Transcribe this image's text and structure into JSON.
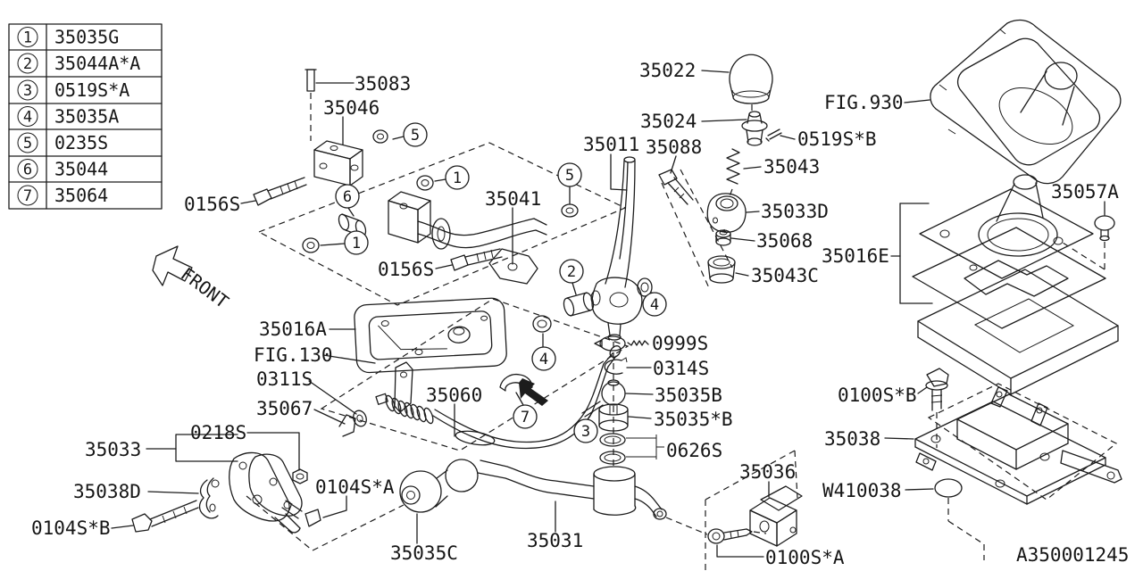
{
  "diagram": {
    "id_code": "A350001245",
    "front_label": "FRONT",
    "legend": {
      "rows": [
        {
          "num": "1",
          "part": "35035G"
        },
        {
          "num": "2",
          "part": "35044A*A"
        },
        {
          "num": "3",
          "part": "0519S*A"
        },
        {
          "num": "4",
          "part": "35035A"
        },
        {
          "num": "5",
          "part": "0235S"
        },
        {
          "num": "6",
          "part": "35044"
        },
        {
          "num": "7",
          "part": "35064"
        }
      ]
    },
    "labels": [
      {
        "text": "35083"
      },
      {
        "text": "35046"
      },
      {
        "text": "0156S"
      },
      {
        "text": "35041"
      },
      {
        "text": "0156S"
      },
      {
        "text": "35011"
      },
      {
        "text": "35088"
      },
      {
        "text": "35022"
      },
      {
        "text": "35024"
      },
      {
        "text": "0519S*B"
      },
      {
        "text": "FIG.930"
      },
      {
        "text": "35043"
      },
      {
        "text": "35033D"
      },
      {
        "text": "35068"
      },
      {
        "text": "35043C"
      },
      {
        "text": "35016E"
      },
      {
        "text": "35057A"
      },
      {
        "text": "35016A"
      },
      {
        "text": "FIG.130"
      },
      {
        "text": "0311S"
      },
      {
        "text": "35067"
      },
      {
        "text": "0218S"
      },
      {
        "text": "35033"
      },
      {
        "text": "35038D"
      },
      {
        "text": "0104S*B"
      },
      {
        "text": "0104S*A"
      },
      {
        "text": "35060"
      },
      {
        "text": "0999S"
      },
      {
        "text": "0314S"
      },
      {
        "text": "35035B"
      },
      {
        "text": "35035*B"
      },
      {
        "text": "0626S"
      },
      {
        "text": "35035C"
      },
      {
        "text": "35031"
      },
      {
        "text": "35036"
      },
      {
        "text": "0100S*A"
      },
      {
        "text": "0100S*B"
      },
      {
        "text": "35038"
      },
      {
        "text": "W410038"
      }
    ],
    "callouts": [
      {
        "num": "5"
      },
      {
        "num": "1"
      },
      {
        "num": "6"
      },
      {
        "num": "1"
      },
      {
        "num": "5"
      },
      {
        "num": "2"
      },
      {
        "num": "4"
      },
      {
        "num": "4"
      },
      {
        "num": "7"
      },
      {
        "num": "3"
      }
    ]
  }
}
